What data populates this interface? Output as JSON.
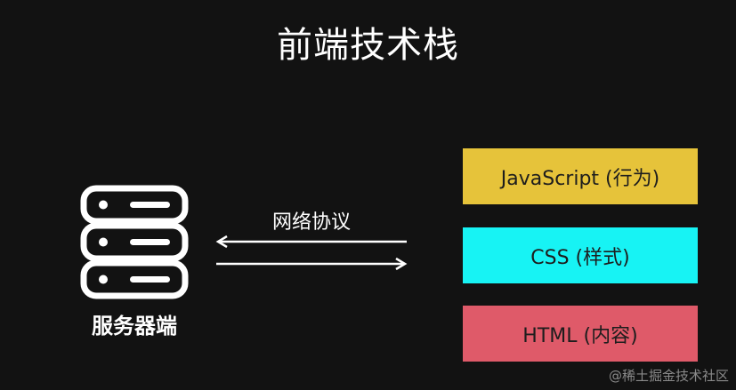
{
  "title": "前端技术栈",
  "server": {
    "label": "服务器端",
    "icon": "server-icon"
  },
  "protocol": {
    "label": "网络协议",
    "arrows": [
      "arrow-left-icon",
      "arrow-right-icon"
    ]
  },
  "layers": [
    {
      "label": "JavaScript (行为)",
      "color": "#e6c33a"
    },
    {
      "label": "CSS (样式)",
      "color": "#17f3f4"
    },
    {
      "label": "HTML (内容)",
      "color": "#df5a69"
    }
  ],
  "watermark": "@稀土掘金技术社区"
}
